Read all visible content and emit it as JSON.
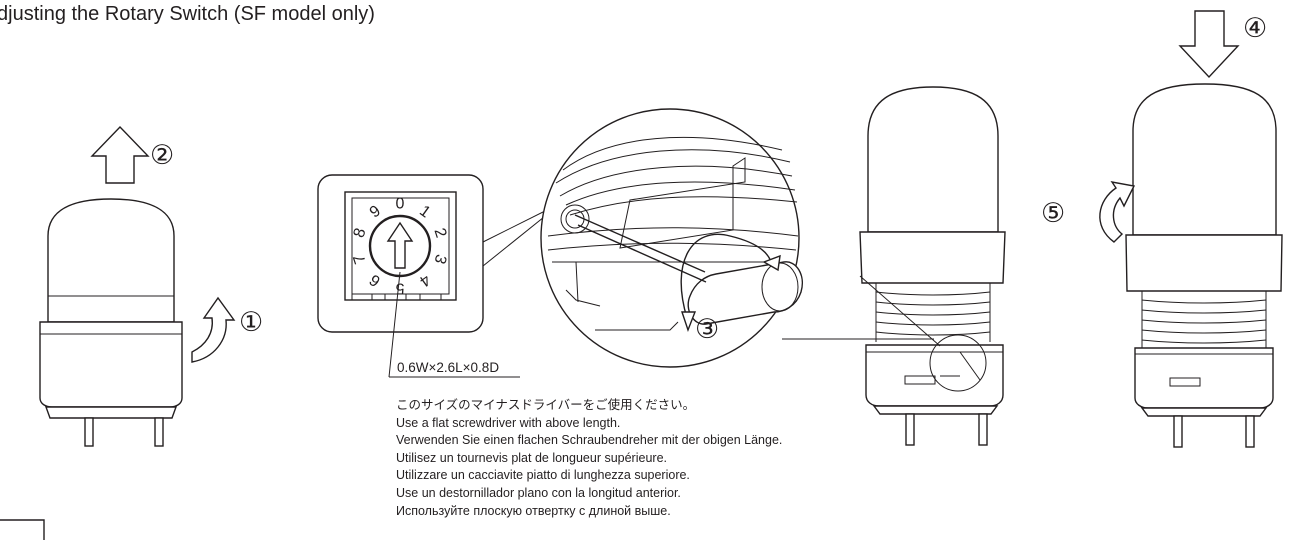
{
  "title": "djusting the Rotary Switch (SF model only)",
  "steps": {
    "s1": "①",
    "s2": "②",
    "s3": "③",
    "s4": "④",
    "s5": "⑤"
  },
  "dial_labels": [
    "0",
    "1",
    "2",
    "3",
    "4",
    "5",
    "6",
    "7",
    "8",
    "9"
  ],
  "screwdriver_size": "0.6W×2.6L×0.8D",
  "instructions": [
    "このサイズのマイナスドライバーをご使用ください。",
    "Use a flat screwdriver with above length.",
    "Verwenden Sie einen flachen Schraubendreher mit der obigen Länge.",
    "Utilisez un tournevis plat de longueur supérieure.",
    "Utilizzare un cacciavite piatto di lunghezza superiore.",
    "Use un destornillador plano con la longitud anterior.",
    "Используйте плоскую отвертку с длиной выше."
  ]
}
